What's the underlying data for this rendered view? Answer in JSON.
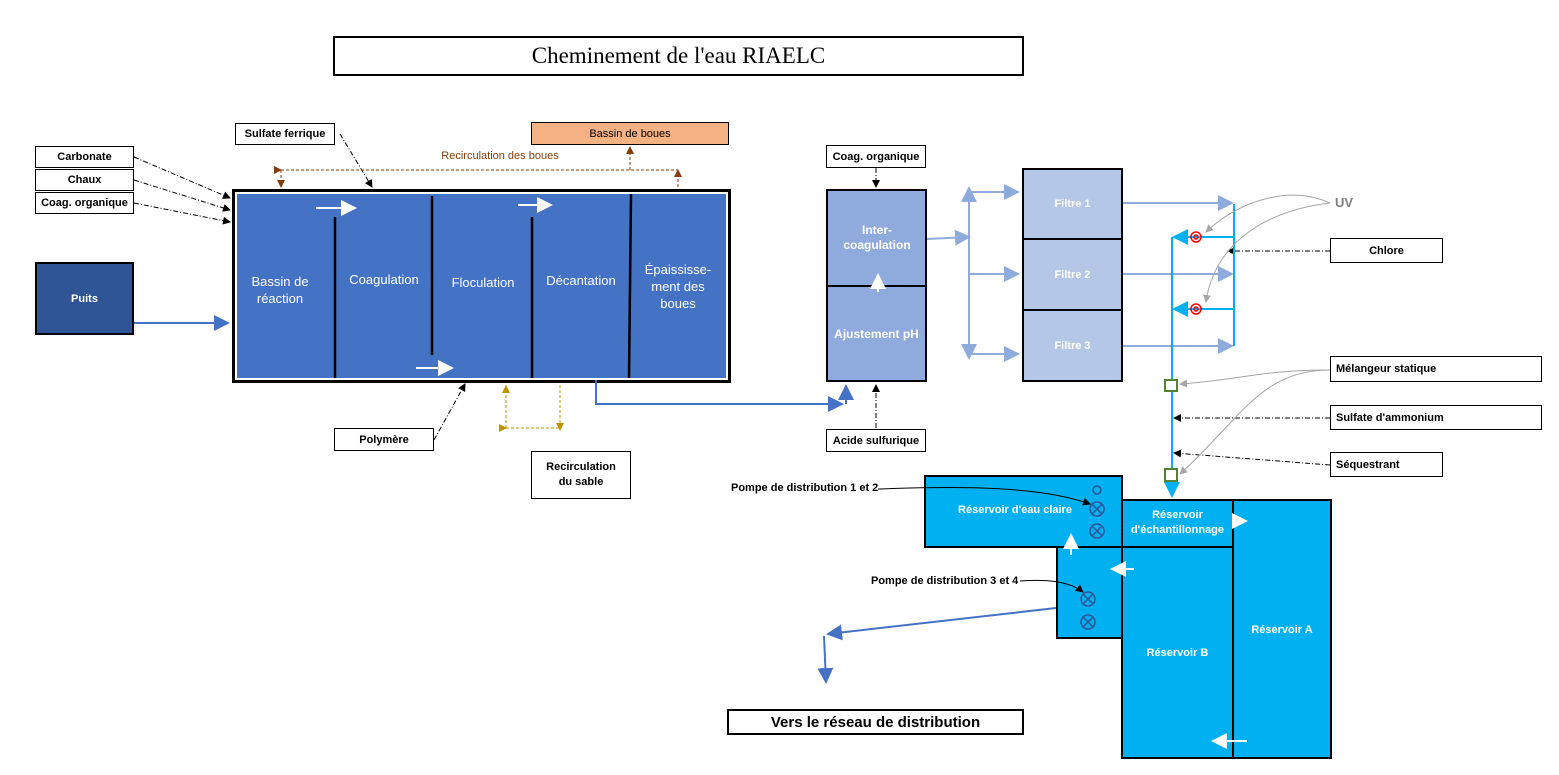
{
  "title": "Cheminement de l'eau RIAELC",
  "inputs_left": {
    "carbonate": "Carbonate",
    "chaux": "Chaux",
    "coag_organique": "Coag. organique",
    "puits": "Puits"
  },
  "main_tank": {
    "stages": [
      "Bassin de réaction",
      "Coagulation",
      "Floculation",
      "Décantation",
      "Épaississe-ment des boues"
    ]
  },
  "sulfate_ferrique": "Sulfate ferrique",
  "bassin_de_boues": "Bassin de boues",
  "recirculation_boues": "Recirculation des boues",
  "polymere": "Polymère",
  "recirculation_sable": "Recirculation du sable",
  "coag_column": {
    "coag_organique": "Coag. organique",
    "inter_coagulation": "Inter-coagulation",
    "ajustement_ph": "Ajustement pH",
    "acide_sulfurique": "Acide sulfurique"
  },
  "filters": [
    "Filtre 1",
    "Filtre 2",
    "Filtre 3"
  ],
  "uv": "UV",
  "right_labels": {
    "chlore": "Chlore",
    "melangeur": "Mélangeur statique",
    "sulfate_ammonium": "Sulfate d'ammonium",
    "sequestrant": "Séquestrant"
  },
  "reservoirs": {
    "eau_claire": "Réservoir d'eau claire",
    "echantillonnage": "Réservoir d'échantillonnage",
    "a": "Réservoir A",
    "b": "Réservoir B"
  },
  "pumps": {
    "p12": "Pompe de distribution 1 et 2",
    "p34": "Pompe de distribution 3 et 4"
  },
  "distribution": "Vers le réseau de distribution",
  "colors": {
    "tank_blue": "#4472c4",
    "puits_blue": "#2f5597",
    "filter_blue": "#b4c7e7",
    "coag_blue": "#8faadc",
    "reservoir_cyan": "#00b0f0",
    "sludge_orange": "#f4b183",
    "sludge_brown": "#843c0c",
    "sand_gold": "#bf9000"
  }
}
